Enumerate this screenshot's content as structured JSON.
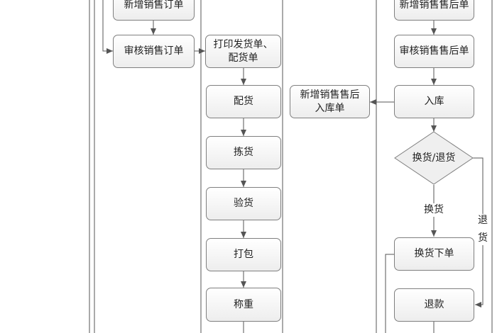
{
  "nodes": {
    "new_sales_order": "新增销售订单",
    "review_sales_order": "审核销售订单",
    "print_ship_line1": "打印发货单、",
    "print_ship_line2": "配货单",
    "allocate": "配货",
    "pick": "拣货",
    "inspect": "验货",
    "pack": "打包",
    "weigh": "称重",
    "new_after_sales": "新增销售售后单",
    "review_after_sales": "审核销售售后单",
    "new_after_sales_inbound_line1": "新增销售售后",
    "new_after_sales_inbound_line2": "入库单",
    "inbound": "入库",
    "exchange_or_return": "换货/退货",
    "exchange_order": "换货下单",
    "refund": "退款"
  },
  "edge_labels": {
    "exchange": "换货",
    "return_line1": "退",
    "return_line2": "货"
  }
}
